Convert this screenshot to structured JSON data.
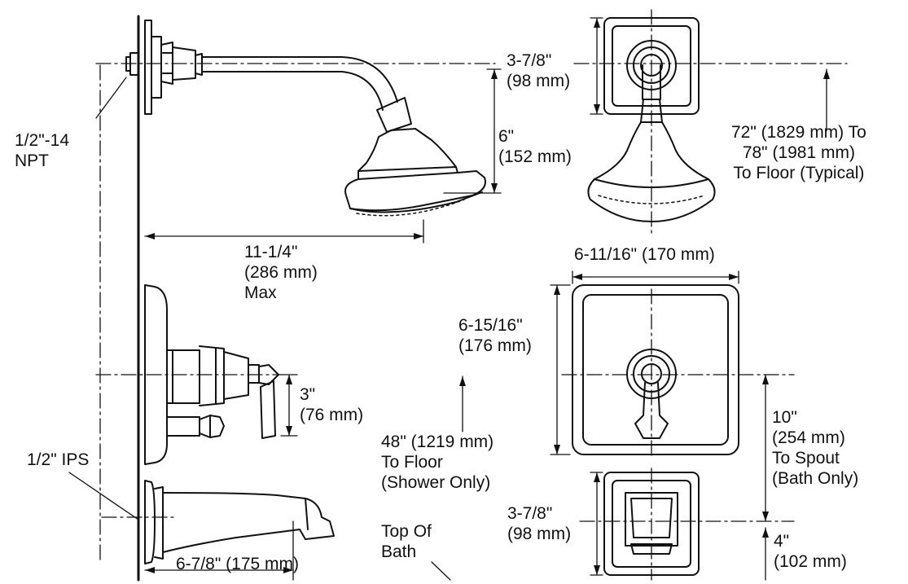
{
  "labels": {
    "npt": [
      "1/2\"-14",
      "NPT"
    ],
    "arm_height": [
      "6\"",
      "(152 mm)"
    ],
    "arm_reach": [
      "11-1/4\"",
      "(286 mm)",
      "Max"
    ],
    "head_plate": [
      "3-7/8\"",
      "(98 mm)"
    ],
    "head_floor": [
      "72\" (1829 mm) To",
      "78\" (1981 mm)",
      "To Floor (Typical)"
    ],
    "trim_width": "6-11/16\" (170 mm)",
    "trim_height": [
      "6-15/16\"",
      "(176 mm)"
    ],
    "handle_drop": [
      "3\"",
      "(76 mm)"
    ],
    "valve_floor": [
      "48\" (1219 mm)",
      "To Floor",
      "(Shower Only)"
    ],
    "spout_drop": [
      "10\"",
      "(254 mm)",
      "To Spout",
      "(Bath Only)"
    ],
    "ips": "1/2\" IPS",
    "spout_plate": [
      "3-7/8\"",
      "(98 mm)"
    ],
    "spout_reach": "6-7/8\" (175 mm)",
    "top_of_bath": [
      "Top Of",
      "Bath"
    ],
    "bath_height": [
      "4\"",
      "(102 mm)"
    ]
  }
}
